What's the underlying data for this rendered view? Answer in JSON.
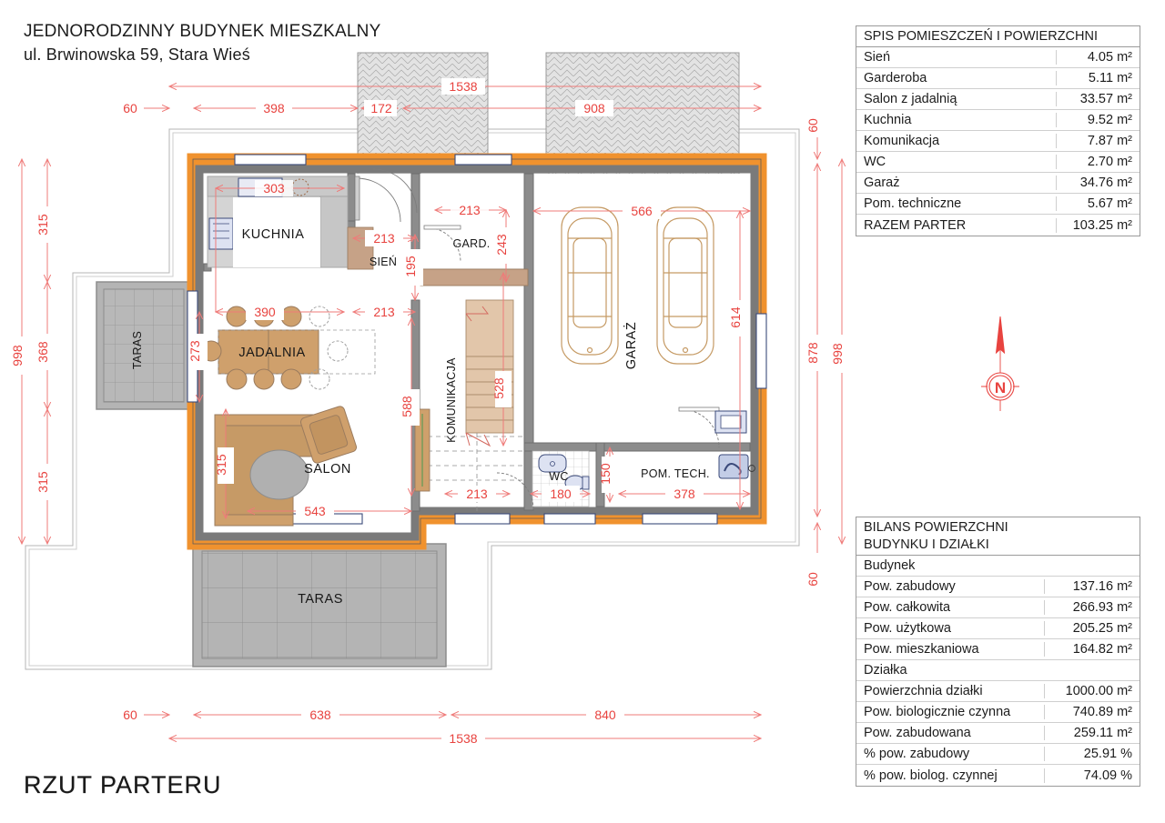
{
  "header": {
    "title": "JEDNORODZINNY BUDYNEK MIESZKALNY",
    "subtitle": "ul. Brwinowska 59, Stara Wieś"
  },
  "sheet_title": "RZUT PARTERU",
  "compass": {
    "label": "N",
    "name": "north-arrow"
  },
  "rooms_table": {
    "header": "SPIS POMIESZCZEŃ I POWIERZCHNI",
    "rows": [
      {
        "label": "Sień",
        "value": "4.05 m²"
      },
      {
        "label": "Garderoba",
        "value": "5.11 m²"
      },
      {
        "label": "Salon z jadalnią",
        "value": "33.57 m²"
      },
      {
        "label": "Kuchnia",
        "value": "9.52 m²"
      },
      {
        "label": "Komunikacja",
        "value": "7.87 m²"
      },
      {
        "label": "WC",
        "value": "2.70 m²"
      },
      {
        "label": "Garaż",
        "value": "34.76 m²"
      },
      {
        "label": "Pom. techniczne",
        "value": "5.67 m²"
      },
      {
        "label": "RAZEM PARTER",
        "value": "103.25 m²"
      }
    ]
  },
  "balance_table": {
    "header_line1": "BILANS POWIERZCHNI",
    "header_line2": "BUDYNKU I DZIAŁKI",
    "section_building": "Budynek",
    "building_rows": [
      {
        "label": "Pow. zabudowy",
        "value": "137.16 m²"
      },
      {
        "label": "Pow. całkowita",
        "value": "266.93 m²"
      },
      {
        "label": "Pow. użytkowa",
        "value": "205.25 m²"
      },
      {
        "label": "Pow. mieszkaniowa",
        "value": "164.82 m²"
      }
    ],
    "section_plot": "Działka",
    "plot_rows": [
      {
        "label": "Powierzchnia działki",
        "value": "1000.00 m²"
      },
      {
        "label": "Pow. biologicznie czynna",
        "value": "740.89 m²"
      },
      {
        "label": "Pow. zabudowana",
        "value": "259.11 m²"
      },
      {
        "label": "% pow. zabudowy",
        "value": "25.91 %"
      },
      {
        "label": "% pow. biolog. czynnej",
        "value": "74.09 %"
      }
    ]
  },
  "plan": {
    "room_labels": {
      "kuchnia": "KUCHNIA",
      "sien": "SIEŃ",
      "gard": "GARD.",
      "garaz": "GARAŻ",
      "jadalnia": "JADALNIA",
      "salon": "SALON",
      "komunikacja": "KOMUNIKACJA",
      "wc": "WC",
      "pom_tech": "POM. TECH.",
      "taras_left": "TARAS",
      "taras_bottom": "TARAS"
    },
    "dimensions": {
      "top_overall": "1538",
      "top_60": "60",
      "top_398": "398",
      "top_172": "172",
      "top_908": "908",
      "bottom_overall": "1538",
      "bottom_60": "60",
      "bottom_638": "638",
      "bottom_840": "840",
      "left_overall": "998",
      "left_315_top": "315",
      "left_368": "368",
      "left_315_bottom": "315",
      "right_overall": "998",
      "right_60_top": "60",
      "right_878": "878",
      "right_60_bottom": "60",
      "kuchnia_303": "303",
      "kuchnia_390": "390",
      "sien_213_top": "213",
      "sien_195": "195",
      "sien_213_mid": "213",
      "gard_213": "213",
      "gard_243": "243",
      "garaz_566": "566",
      "garaz_614": "614",
      "jadalnia_273": "273",
      "salon_315": "315",
      "salon_543": "543",
      "kom_588": "588",
      "kom_528": "528",
      "wc_213": "213",
      "wc_180": "180",
      "wc_150": "150",
      "tech_378": "378"
    }
  },
  "colors": {
    "dimension_red": "#e8433f",
    "dimension_line": "#ef7b79",
    "wall_insulation_orange": "#f0922e",
    "wall_structure_gray": "#7a7a7a",
    "terrace_gray": "#b0b0b0",
    "furniture_tan": "#cfa06c",
    "car_outline": "#c59a64",
    "paving_gray": "#d8d8d8",
    "table_border": "#9a9a9a"
  }
}
